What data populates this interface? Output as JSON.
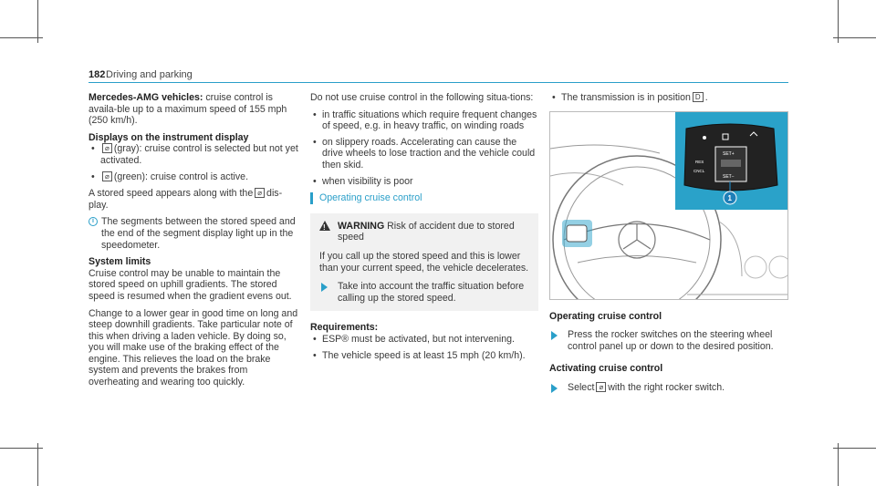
{
  "header": {
    "page_number": "182",
    "section_title": "Driving and parking"
  },
  "col1": {
    "intro_bold": "Mercedes-AMG vehicles:",
    "intro_rest": " cruise control is availa-ble up to a maximum speed of 155 mph (250 km/h).",
    "displays_heading": "Displays on the instrument display",
    "displays_items": [
      {
        "bullet": "•",
        "icon": "⌀",
        "text": "(gray): cruise control is selected but not yet activated."
      },
      {
        "bullet": "•",
        "icon": "⌀",
        "text": "(green): cruise control is active."
      }
    ],
    "stored_speed_pre": "A stored speed appears along with the",
    "stored_speed_post": "dis-play.",
    "info_note": "The segments between the stored speed and the end of the segment display light up in the speedometer.",
    "limits_heading": "System limits",
    "limits_p1": "Cruise control may be unable to maintain the stored speed on uphill gradients. The stored speed is resumed when the gradient evens out.",
    "limits_p2": "Change to a lower gear in good time on long and steep downhill gradients. Take particular note of this when driving a laden vehicle. By doing so, you will make use of the braking effect of the engine. This relieves the load on the brake system and prevents the brakes from overheating and wearing too quickly."
  },
  "col2": {
    "p1": "Do not use cruise control in the following situa-tions:",
    "items": [
      {
        "bullet": "•",
        "text": "in traffic situations which require frequent changes of speed, e.g. in heavy traffic, on winding roads"
      },
      {
        "bullet": "•",
        "text": "on slippery roads. Accelerating can cause the drive wheels to lose traction and the vehicle could then skid."
      },
      {
        "bullet": "•",
        "text": "when visibility is poor"
      }
    ],
    "section_heading": "Operating cruise control",
    "warning_label": "WARNING",
    "warning_title": " Risk of accident due to stored speed",
    "warning_body": "If you call up the stored speed and this is lower than your current speed, the vehicle decelerates.",
    "warning_step": "Take into account the traffic situation before calling up the stored speed.",
    "req_heading": "Requirements:",
    "req_items": [
      {
        "bullet": "•",
        "text": "ESP® must be activated, but not intervening."
      },
      {
        "bullet": "•",
        "text": "The vehicle speed is at least 15 mph (20 km/h)."
      }
    ]
  },
  "col3": {
    "req_item": "The transmission is in position",
    "req_gear": "D",
    "req_period": ".",
    "figure_callout": "1",
    "figure_labels": {
      "set_plus": "SET+",
      "set_minus": "SET−",
      "res": "RES",
      "cncl": "CNCL"
    },
    "operating_heading": "Operating cruise control",
    "operating_step": "Press the rocker switches on the steering wheel control panel up or down to the desired position.",
    "activating_heading": "Activating cruise control",
    "activating_step_pre": "Select",
    "activating_step_post": "with the right rocker switch."
  },
  "colors": {
    "accent": "#2a9fc9",
    "callout": "#1e7fb8"
  }
}
